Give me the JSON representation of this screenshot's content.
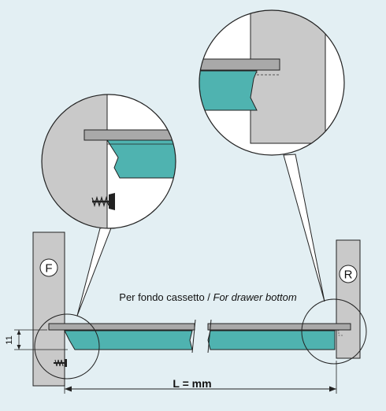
{
  "labels": {
    "front": "F",
    "rear": "R",
    "caption_it": "Per fondo cassetto / ",
    "caption_en": "For drawer bottom",
    "dimension_length": "L = mm",
    "dimension_height": "11"
  },
  "colors": {
    "background": "#e3eff3",
    "panel": "#c9c9c9",
    "rail": "#a9a9a9",
    "teal": "#4fb3b0",
    "outline": "#222222"
  }
}
